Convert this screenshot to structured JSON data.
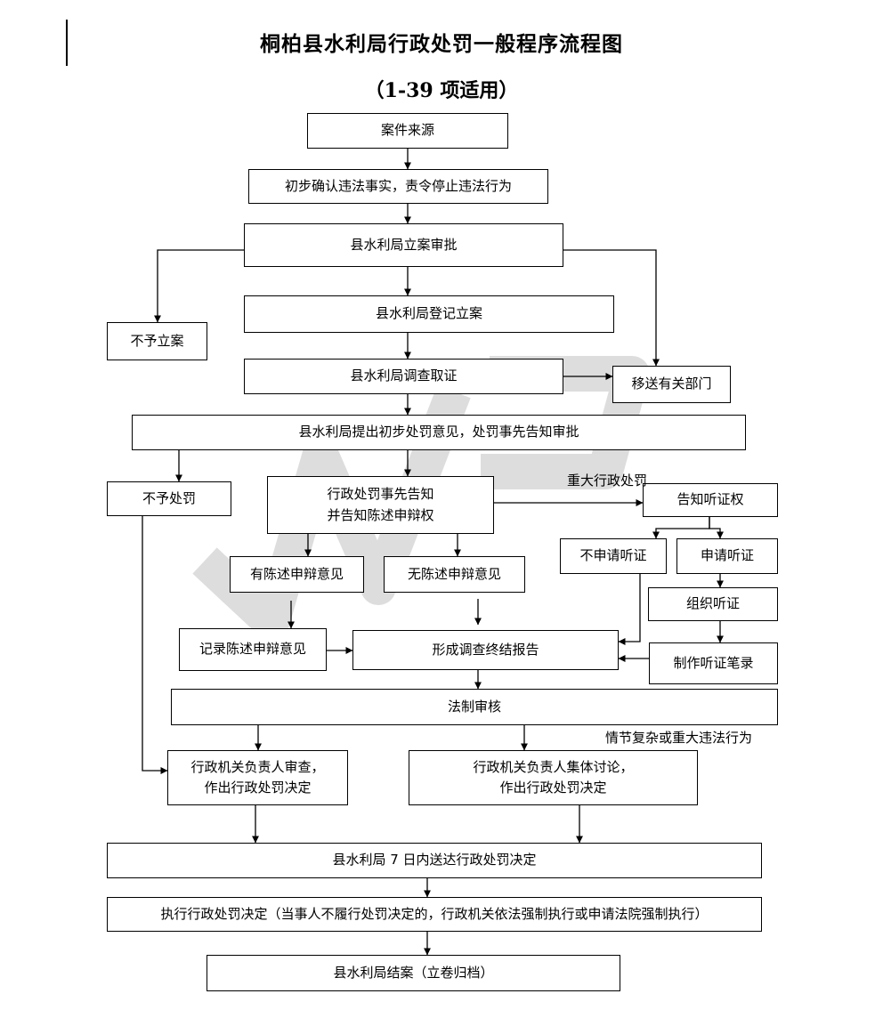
{
  "title": "桐柏县水利局行政处罚一般程序流程图",
  "subtitle": "（1-39 项适用）",
  "nodes": {
    "source": "案件来源",
    "confirm": "初步确认违法事实，责令停止违法行为",
    "filing_approval": "县水利局立案审批",
    "no_filing": "不予立案",
    "register": "县水利局登记立案",
    "investigate": "县水利局调查取证",
    "transfer": "移送有关部门",
    "preliminary_opinion": "县水利局提出初步处罚意见，处罚事先告知审批",
    "no_penalty": "不予处罚",
    "notify_1": "行政处罚事先告知",
    "notify_2": "并告知陈述申辩权",
    "hearing_right": "告知听证权",
    "has_statement": "有陈述申辩意见",
    "no_statement": "无陈述申辩意见",
    "no_hearing_apply": "不申请听证",
    "hearing_apply": "申请听证",
    "organize_hearing": "组织听证",
    "record_statement": "记录陈述申辩意见",
    "final_report": "形成调查终结报告",
    "hearing_minutes": "制作听证笔录",
    "legal_review": "法制审核",
    "leader_review_1": "行政机关负责人审查，",
    "leader_review_2": "作出行政处罚决定",
    "collective_1": "行政机关负责人集体讨论，",
    "collective_2": "作出行政处罚决定",
    "deliver": "县水利局 7 日内送达行政处罚决定",
    "execute": "执行行政处罚决定（当事人不履行处罚决定的，行政机关依法强制执行或申请法院强制执行）",
    "close": "县水利局结案（立卷归档）"
  },
  "labels": {
    "major_case": "重大行政处罚",
    "complex_case": "情节复杂或重大违法行为"
  }
}
